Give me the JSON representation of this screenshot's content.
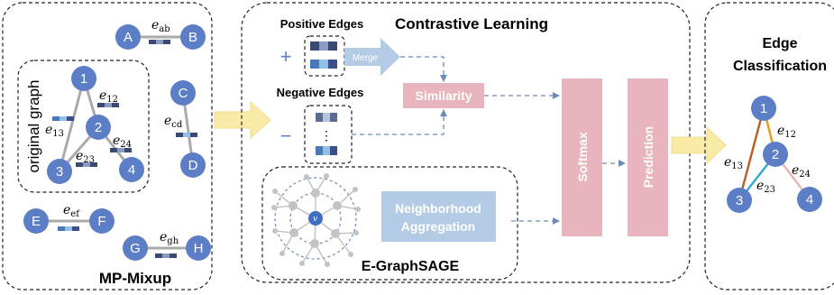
{
  "panels": {
    "mpmixup_title": "MP-Mixup",
    "contrastive_title": "Contrastive Learning",
    "classification_title_line1": "Edge",
    "classification_title_line2": "Classification"
  },
  "mpmixup": {
    "original_graph_label": "original graph",
    "nodes": [
      "A",
      "B",
      "C",
      "D",
      "E",
      "F",
      "G",
      "H",
      "1",
      "2",
      "3",
      "4"
    ],
    "edge_labels": {
      "ab": {
        "base": "e",
        "sub": "ab"
      },
      "cd": {
        "base": "e",
        "sub": "cd"
      },
      "ef": {
        "base": "e",
        "sub": "ef"
      },
      "gh": {
        "base": "e",
        "sub": "gh"
      },
      "12": {
        "base": "e",
        "sub": "12"
      },
      "13": {
        "base": "e",
        "sub": "13"
      },
      "23": {
        "base": "e",
        "sub": "23"
      },
      "24": {
        "base": "e",
        "sub": "24"
      }
    }
  },
  "contrastive": {
    "positive_edges": "Positive Edges",
    "negative_edges": "Negative Edges",
    "plus_sign": "+",
    "minus_sign": "−",
    "dots": "⋮",
    "merge": "Merge",
    "similarity": "Similarity",
    "softmax": "Softmax",
    "prediction": "Prediction",
    "neighborhood_line1": "Neighborhood",
    "neighborhood_line2": "Aggregation",
    "egraphsage": "E-GraphSAGE",
    "center_node": "v"
  },
  "classification": {
    "nodes": [
      "1",
      "2",
      "3",
      "4"
    ],
    "edge_labels": {
      "12": {
        "base": "e",
        "sub": "12"
      },
      "13": {
        "base": "e",
        "sub": "13"
      },
      "23": {
        "base": "e",
        "sub": "23"
      },
      "24": {
        "base": "e",
        "sub": "24"
      }
    },
    "edge_colors": {
      "12": "#e0a020",
      "13": "#b8632a",
      "23": "#38a8d0",
      "24": "#e7b5b8"
    }
  },
  "colors": {
    "node_fill": "#5b7ec6",
    "pink_box": "#e8b4bd",
    "blue_box": "#b4cbe6",
    "arrow_fill": "#faeaa8",
    "dashed_arrow": "#6d8bb8"
  }
}
